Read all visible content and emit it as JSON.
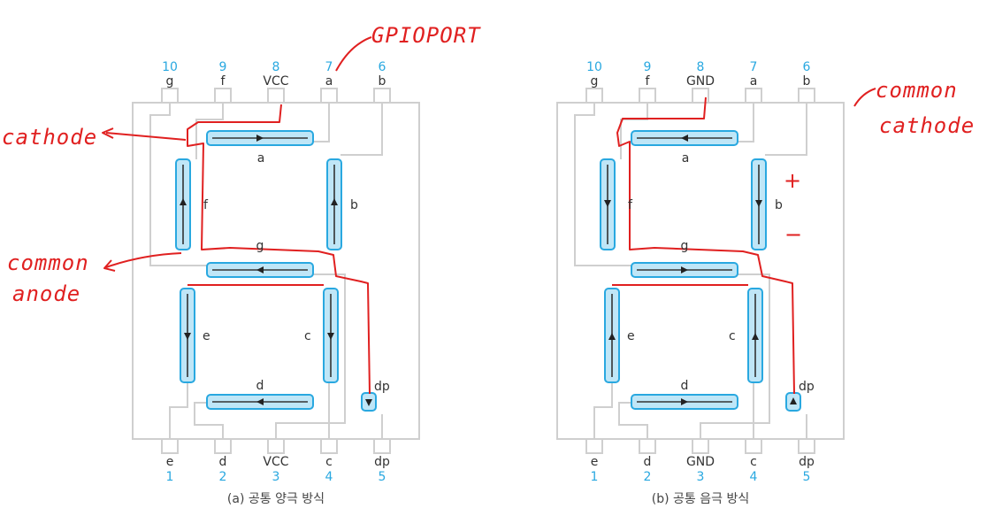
{
  "annotations": {
    "gpioport": "GPIOPORT",
    "cathode": "cathode",
    "common_anode": [
      "common",
      "anode"
    ],
    "common_cathode": [
      "common",
      "cathode"
    ],
    "plus": "+",
    "minus": "−"
  },
  "diagrams": [
    {
      "caption": "(a) 공통 양극 방식",
      "top_pins": [
        {
          "num": "10",
          "label": "g"
        },
        {
          "num": "9",
          "label": "f"
        },
        {
          "num": "8",
          "label": "VCC"
        },
        {
          "num": "7",
          "label": "a"
        },
        {
          "num": "6",
          "label": "b"
        }
      ],
      "bottom_pins": [
        {
          "num": "1",
          "label": "e"
        },
        {
          "num": "2",
          "label": "d"
        },
        {
          "num": "3",
          "label": "VCC"
        },
        {
          "num": "4",
          "label": "c"
        },
        {
          "num": "5",
          "label": "dp"
        }
      ],
      "segments": [
        "a",
        "b",
        "c",
        "d",
        "e",
        "f",
        "g",
        "dp"
      ],
      "arrow_direction": {
        "a": "right",
        "b": "up",
        "c": "down",
        "d": "left",
        "e": "down",
        "f": "up",
        "g": "left",
        "dp": "down"
      }
    },
    {
      "caption": "(b) 공통 음극 방식",
      "top_pins": [
        {
          "num": "10",
          "label": "g"
        },
        {
          "num": "9",
          "label": "f"
        },
        {
          "num": "8",
          "label": "GND"
        },
        {
          "num": "7",
          "label": "a"
        },
        {
          "num": "6",
          "label": "b"
        }
      ],
      "bottom_pins": [
        {
          "num": "1",
          "label": "e"
        },
        {
          "num": "2",
          "label": "d"
        },
        {
          "num": "3",
          "label": "GND"
        },
        {
          "num": "4",
          "label": "c"
        },
        {
          "num": "5",
          "label": "dp"
        }
      ],
      "segments": [
        "a",
        "b",
        "c",
        "d",
        "e",
        "f",
        "g",
        "dp"
      ],
      "arrow_direction": {
        "a": "left",
        "b": "down",
        "c": "up",
        "d": "right",
        "e": "up",
        "f": "down",
        "g": "right",
        "dp": "up"
      }
    }
  ]
}
